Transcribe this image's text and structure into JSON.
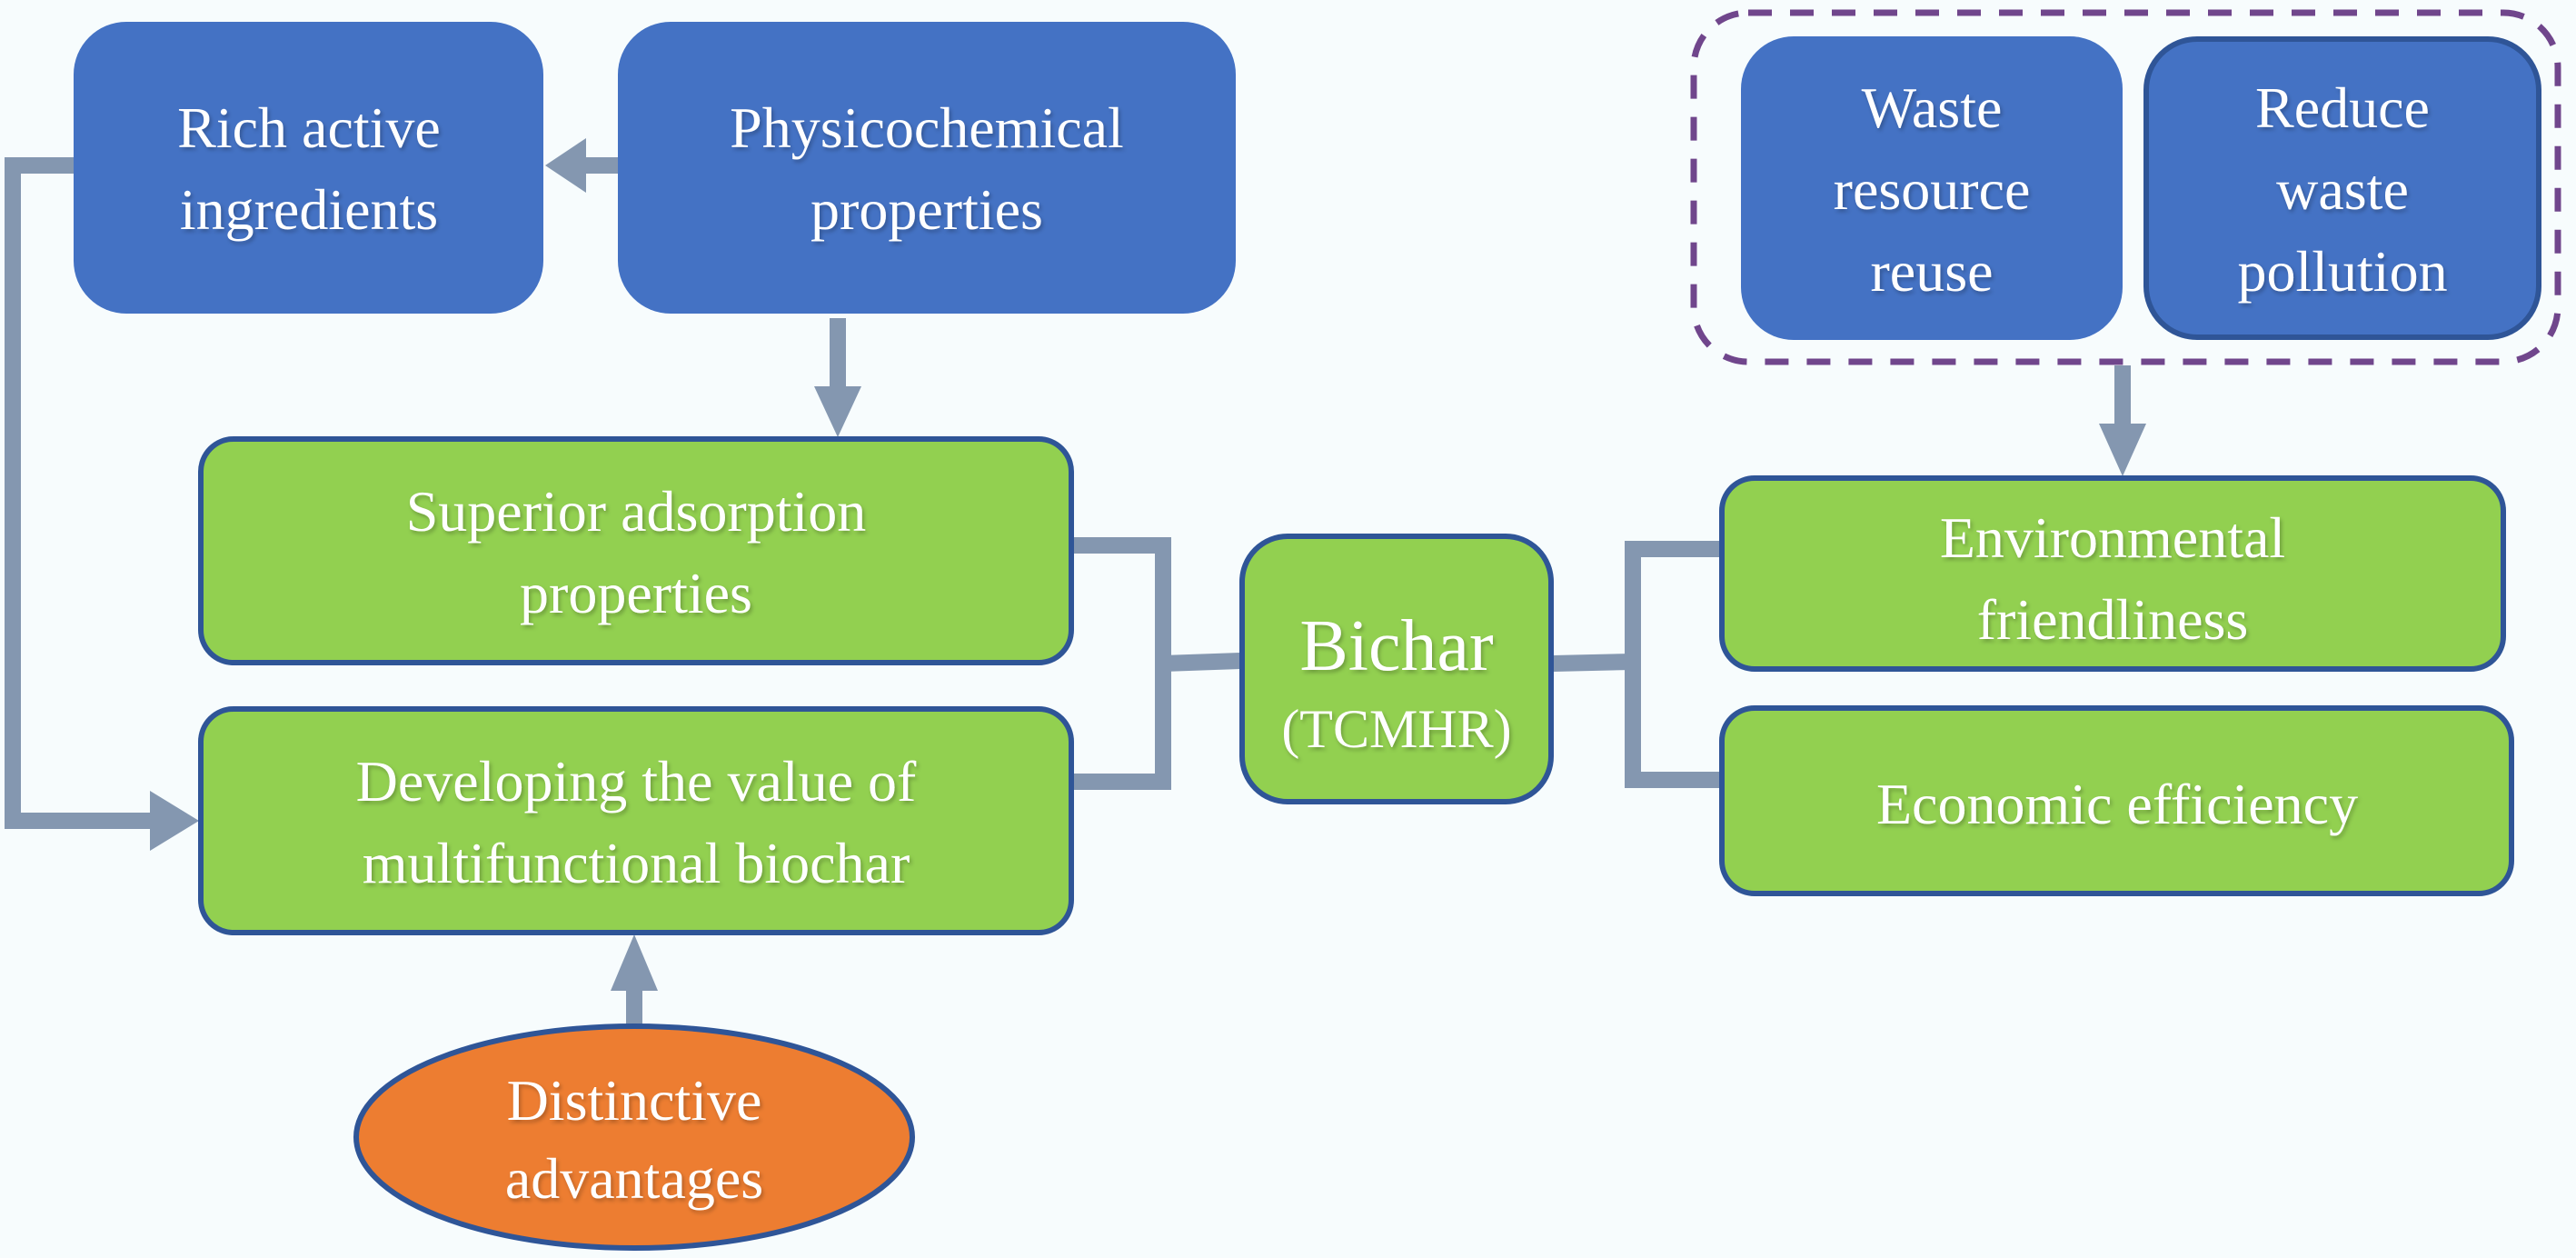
{
  "colors": {
    "background": "#f7fcfd",
    "blue_box": "#4472c4",
    "blue_border": "#2f5597",
    "green_box": "#92d050",
    "orange_ellipse": "#ed7d31",
    "connector": "#8497b0",
    "dashed_group": "#70468c",
    "text": "#ffffff"
  },
  "nodes": {
    "rich_active": {
      "lines": [
        "Rich active",
        "ingredients"
      ]
    },
    "physicochemical": {
      "lines": [
        "Physicochemical",
        "properties"
      ]
    },
    "superior_adsorption": {
      "lines": [
        "Superior adsorption",
        "properties"
      ]
    },
    "developing_value": {
      "lines": [
        "Developing the value of",
        "multifunctional biochar"
      ]
    },
    "distinctive": {
      "lines": [
        "Distinctive",
        "advantages"
      ]
    },
    "bichar": {
      "title": "Bichar",
      "subtitle": "(TCMHR)"
    },
    "waste_reuse": {
      "lines": [
        "Waste",
        "resource",
        "reuse"
      ]
    },
    "reduce_pollution": {
      "lines": [
        "Reduce",
        "waste",
        "pollution"
      ]
    },
    "environmental": {
      "lines": [
        "Environmental",
        "friendliness"
      ]
    },
    "economic": {
      "lines": [
        "Economic efficiency"
      ]
    }
  }
}
